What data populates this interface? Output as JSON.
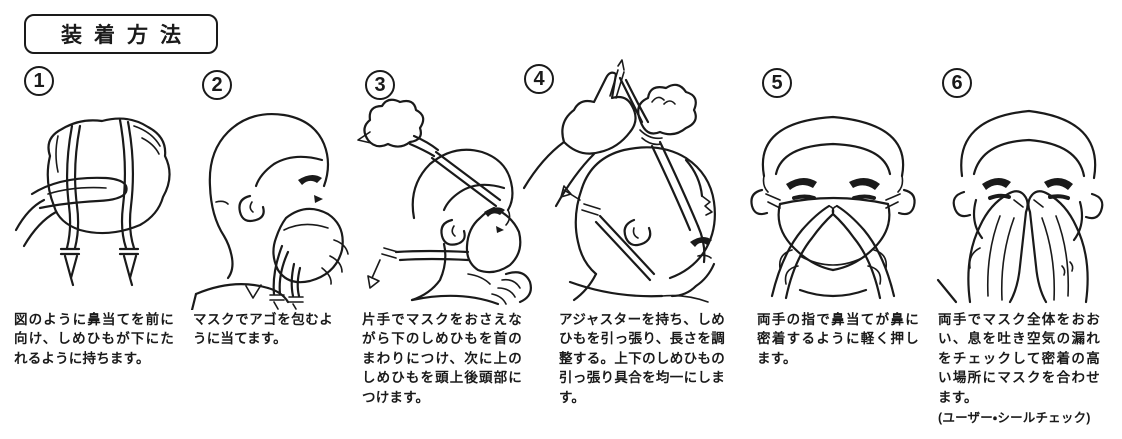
{
  "colors": {
    "ink": "#1a1a1a",
    "background": "#ffffff"
  },
  "title": "装着方法",
  "steps": [
    {
      "number": "1",
      "caption": "図のように鼻当てを前に向け、しめひもが下にたれるように持ちます。",
      "illustration": "hand-holding-mask-with-two-hanging-straps"
    },
    {
      "number": "2",
      "caption": "マスクでアゴを包むように当てます。",
      "illustration": "profile-head-mask-cupped-over-chin"
    },
    {
      "number": "3",
      "caption": "片手でマスクをおさえながら下のしめひもを首のまわりにつけ、次に上のしめひもを頭上後頭部につけます。",
      "illustration": "pulling-upper-strap-over-head-while-holding-mask"
    },
    {
      "number": "4",
      "caption": "アジャスターを持ち、しめひもを引っ張り、長さを調整する。上下のしめひもの引っ張り具合を均一にします。",
      "illustration": "hands-pulling-strap-adjuster-above-head"
    },
    {
      "number": "5",
      "caption": "両手の指で鼻当てが鼻に密着するように軽く押します。",
      "illustration": "index-fingers-pressing-nosepiece"
    },
    {
      "number": "6",
      "caption": "両手でマスク全体をおおい、息を吐き空気の漏れをチェックして密着の高い場所にマスクを合わせます。",
      "note": "(ユーザー・シールチェック)",
      "illustration": "both-hands-covering-mask-seal-check"
    }
  ]
}
